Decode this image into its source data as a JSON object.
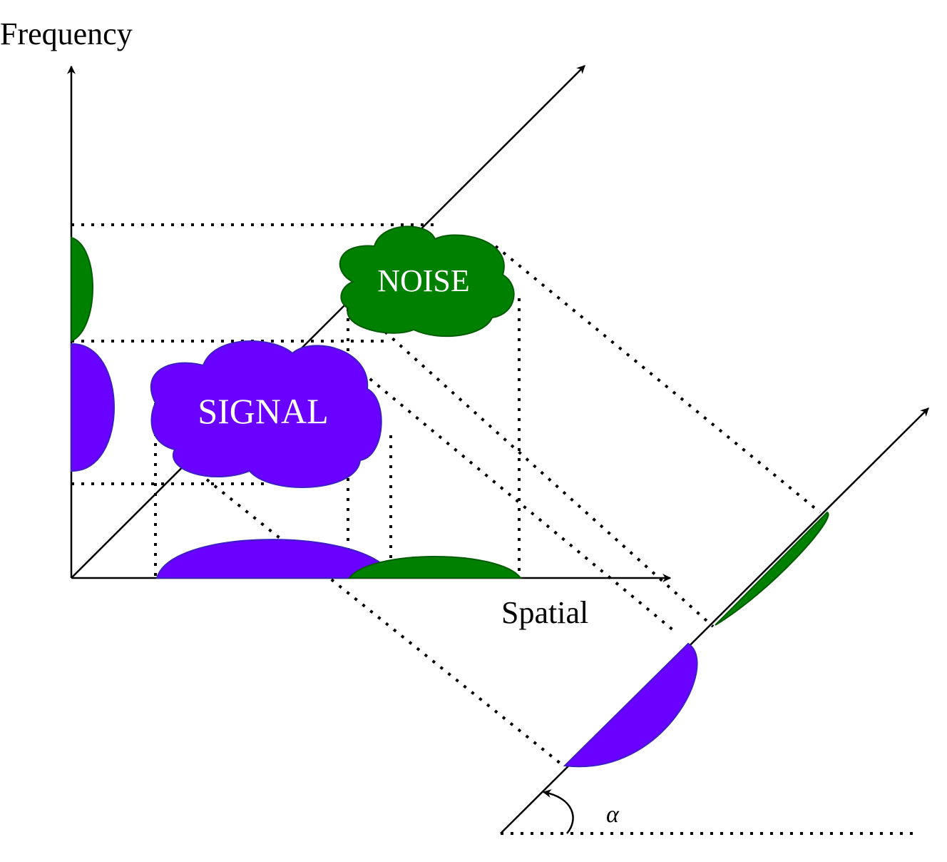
{
  "labels": {
    "y_axis": "Frequency",
    "x_axis": "Spatial",
    "noise": "NOISE",
    "signal": "SIGNAL",
    "angle": "α"
  },
  "colors": {
    "signal_fill": "#6a00ff",
    "signal_stroke": "#3d1fc4",
    "noise_fill": "#008000",
    "noise_stroke": "#005c00",
    "line": "#000000",
    "label_on_blob": "#ffffff"
  }
}
